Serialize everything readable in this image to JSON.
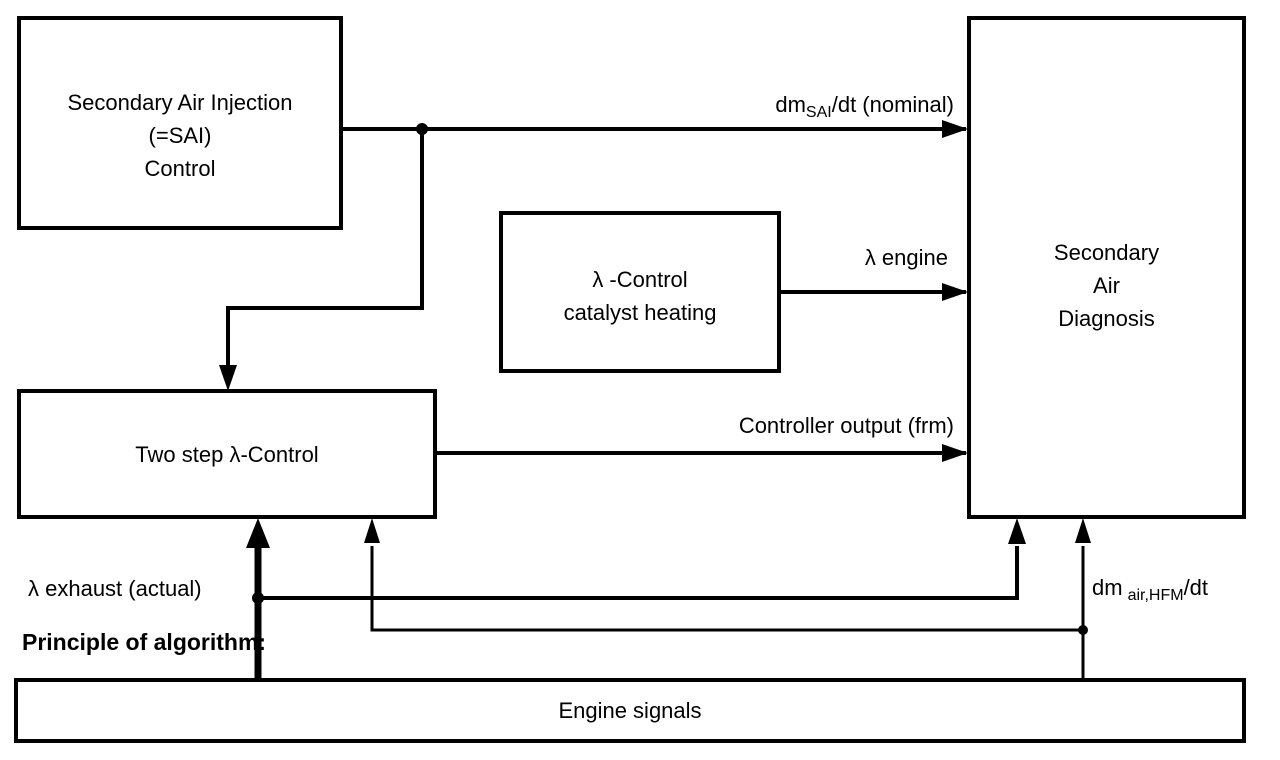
{
  "diagram": {
    "heading": "Principle of algorithm:",
    "boxes": {
      "sai_control": {
        "line1": "Secondary Air Injection",
        "line2": "(=SAI)",
        "line3": "Control"
      },
      "lambda_catalyst": {
        "line1": "λ -Control",
        "line2": "catalyst heating"
      },
      "two_step": {
        "label": "Two step λ-Control"
      },
      "diagnosis": {
        "line1": "Secondary",
        "line2": "Air",
        "line3": "Diagnosis"
      },
      "engine_signals": {
        "label": "Engine signals"
      }
    },
    "signals": {
      "sai_flow_pre": "dm",
      "sai_flow_sub": "SAI",
      "sai_flow_post": "/dt (nominal)",
      "lambda_engine": "λ engine",
      "controller_output": "Controller output (frm)",
      "lambda_exhaust": "λ exhaust (actual)",
      "air_flow_pre": "dm",
      "air_flow_sub": "air,HFM",
      "air_flow_post": "/dt"
    },
    "colors": {
      "line": "#000000",
      "background": "#ffffff",
      "text": "#000000"
    }
  }
}
